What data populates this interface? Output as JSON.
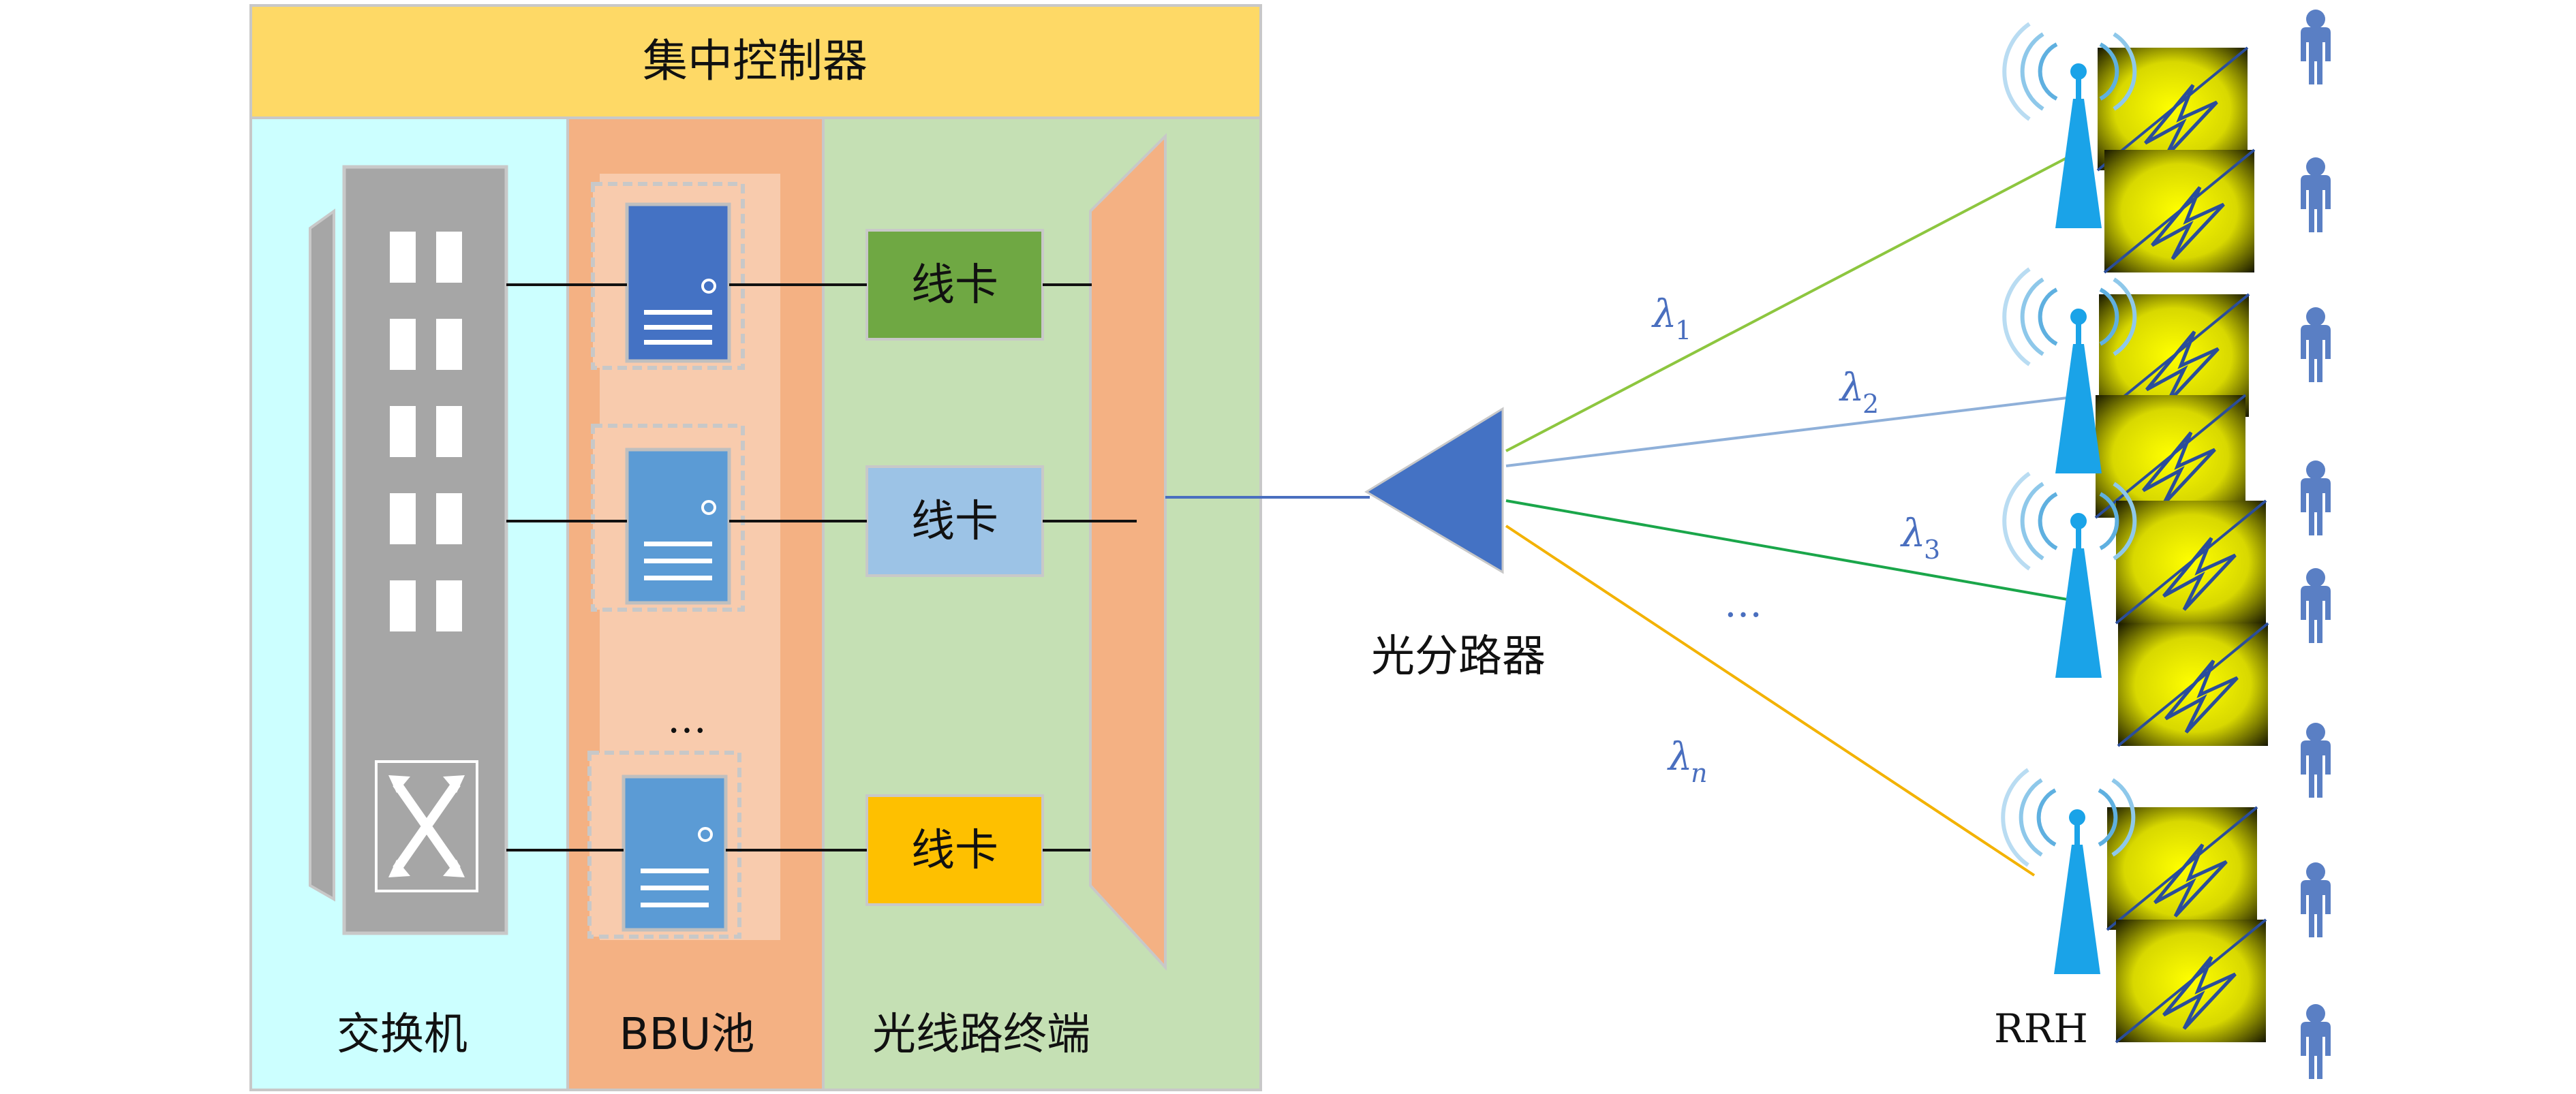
{
  "controller": {
    "title": "集中控制器"
  },
  "columns": {
    "switch_label": "交换机",
    "bbu_label": "BBU池",
    "olt_label": "光线路终端"
  },
  "bbu": {
    "ellipsis": "…"
  },
  "line_cards": [
    {
      "label": "线卡",
      "color": "#6fa843"
    },
    {
      "label": "线卡",
      "color": "#9cc3e6"
    },
    {
      "label": "线卡",
      "color": "#fec000"
    }
  ],
  "splitter": {
    "label": "光分路器"
  },
  "wavelengths": [
    {
      "symbol": "λ",
      "sub": "1",
      "color": "#8dc63f"
    },
    {
      "symbol": "λ",
      "sub": "2",
      "color": "#8fb0d9"
    },
    {
      "symbol": "λ",
      "sub": "3",
      "color": "#1aa64a"
    },
    {
      "symbol": "λ",
      "sub": "n",
      "color": "#f3b200"
    }
  ],
  "links_ellipsis": "…",
  "rrh": {
    "label": "RRH"
  },
  "colors": {
    "controller_bar": "#fed966",
    "switch_panel": "#ccffff",
    "bbu_panel": "#f4b183",
    "olt_panel": "#c5e0b4",
    "switch_body": "#a6a6a6",
    "server_dark": "#4472c4",
    "server_light": "#5b9bd5",
    "splitter": "#4472c4",
    "user": "#5a7fc4"
  }
}
